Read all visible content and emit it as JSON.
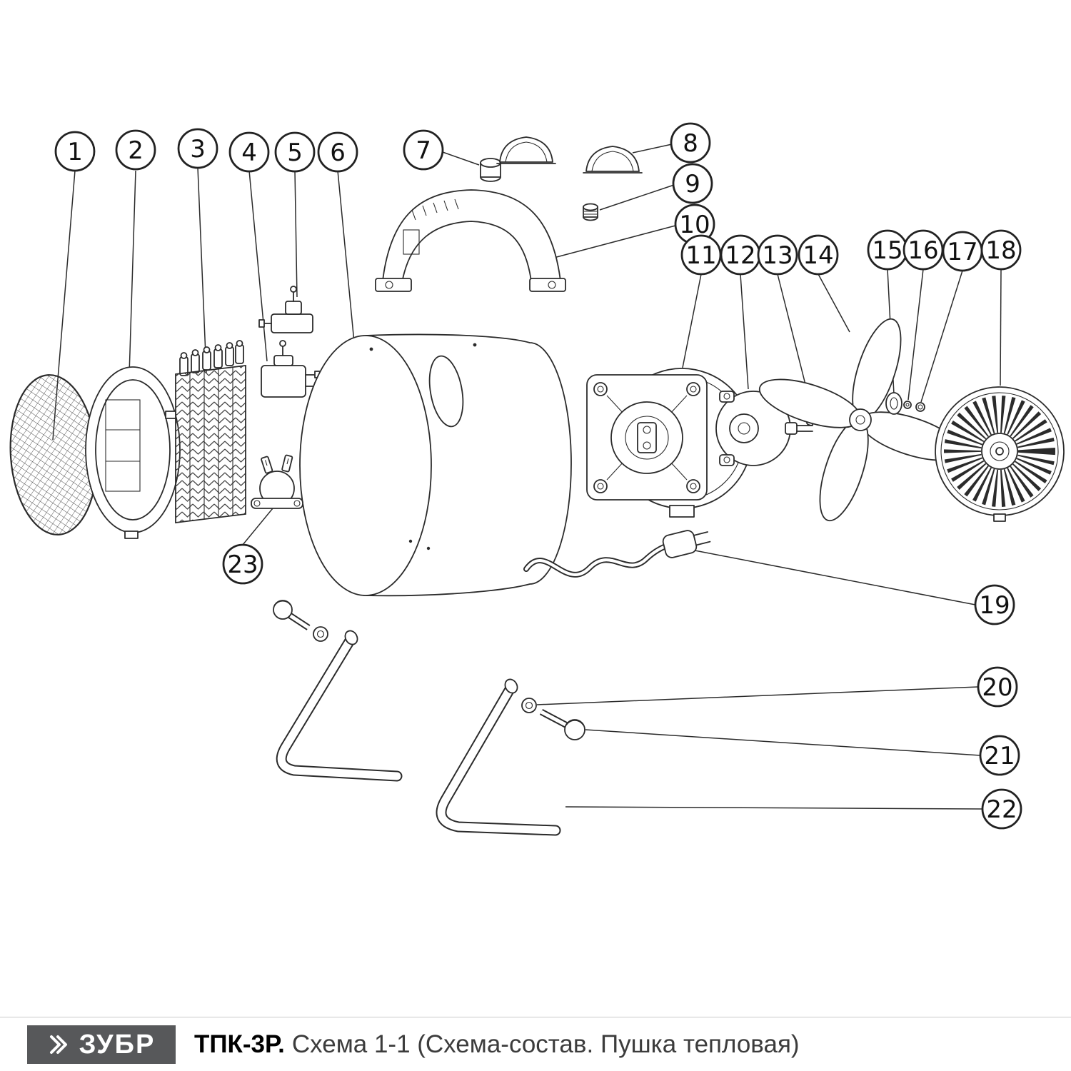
{
  "footer": {
    "brand": "ЗУБР",
    "model": "ТПК-3Р.",
    "title": "Схема 1-1 (Схема-состав. Пушка тепловая)"
  },
  "colors": {
    "line": "#2b2b2b",
    "logo_bg": "#57585a"
  },
  "callouts": [
    {
      "label": "1",
      "part": "front-grille"
    },
    {
      "label": "2",
      "part": "front-ring"
    },
    {
      "label": "3",
      "part": "heating-element"
    },
    {
      "label": "4",
      "part": "switch"
    },
    {
      "label": "5",
      "part": "switch-bracket"
    },
    {
      "label": "6",
      "part": "housing-drum"
    },
    {
      "label": "7",
      "part": "bushing"
    },
    {
      "label": "8",
      "part": "handle-cap"
    },
    {
      "label": "9",
      "part": "screw-plug"
    },
    {
      "label": "10",
      "part": "top-cover"
    },
    {
      "label": "11",
      "part": "motor-mount"
    },
    {
      "label": "12",
      "part": "motor"
    },
    {
      "label": "13",
      "part": "shaft-pin"
    },
    {
      "label": "14",
      "part": "fan"
    },
    {
      "label": "15",
      "part": "washer"
    },
    {
      "label": "16",
      "part": "washer-small"
    },
    {
      "label": "17",
      "part": "nut"
    },
    {
      "label": "18",
      "part": "rear-grille"
    },
    {
      "label": "19",
      "part": "power-cord"
    },
    {
      "label": "20",
      "part": "frame-washer"
    },
    {
      "label": "21",
      "part": "frame-screw"
    },
    {
      "label": "22",
      "part": "frame"
    },
    {
      "label": "23",
      "part": "thermostat"
    }
  ]
}
